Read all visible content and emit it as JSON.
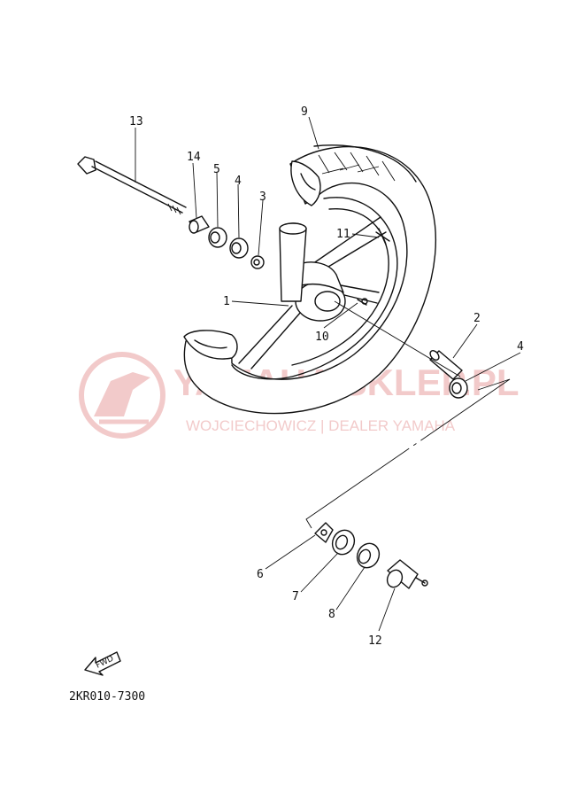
{
  "diagram": {
    "part_code": "2KR010-7300",
    "fwd_label": "FWD",
    "callouts": {
      "c1": "1",
      "c2": "2",
      "c3": "3",
      "c4a": "4",
      "c4b": "4",
      "c5": "5",
      "c6": "6",
      "c7": "7",
      "c8": "8",
      "c9": "9",
      "c10": "10",
      "c11": "11",
      "c12": "12",
      "c13": "13",
      "c14": "14"
    }
  },
  "watermark": {
    "brand": "YAMAHA SKLEP.PL",
    "tagline": "WOJCIECHOWICZ | DEALER YAMAHA",
    "color": "#e8a0a0"
  }
}
